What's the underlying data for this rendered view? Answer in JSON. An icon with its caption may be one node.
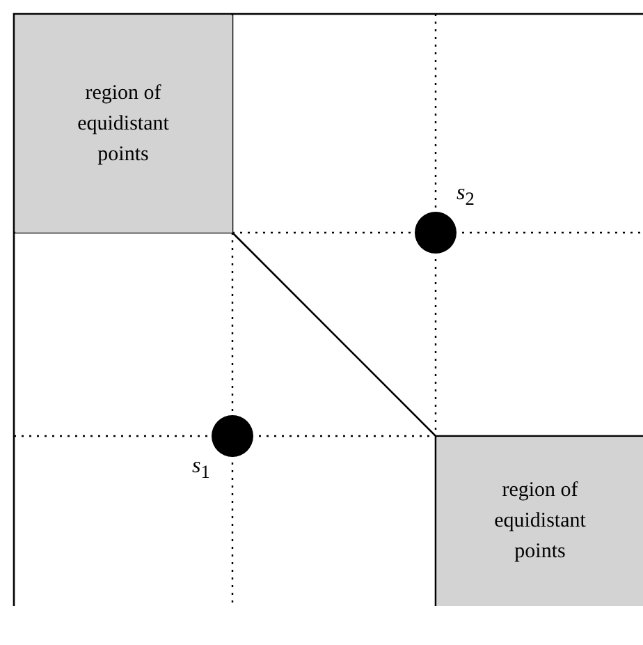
{
  "diagram": {
    "nodes": [
      {
        "text": [
          "region of equidistant points"
        ]
      },
      {
        "text": [],
        "shape": "circle",
        "beside": [
          "*s*$_{2}$"
        ]
      },
      {
        "text": [],
        "shape": "circle",
        "beside": [
          "*s*$_{1}$"
        ]
      },
      {
        "text": [
          "region of equidistant points"
        ]
      }
    ]
  }
}
